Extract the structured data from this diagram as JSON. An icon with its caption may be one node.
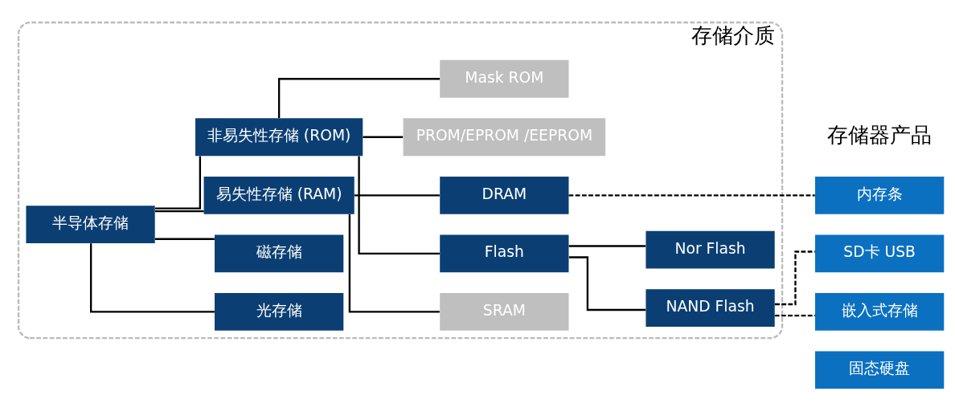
{
  "diagram": {
    "nodes": [
      {
        "text": [
          "存储介质"
        ]
      },
      {
        "text": [
          "光存储"
        ],
        "in": 0
      },
      {
        "text": [
          "半导体存储"
        ],
        "in": 0
      },
      {
        "text": [
          "磁存储"
        ],
        "in": 0
      },
      {
        "text": [
          "易失性存储 (RAM)"
        ],
        "in": 0
      },
      {
        "text": [
          "非易失性存储 (ROM)"
        ],
        "in": 0
      },
      {
        "text": [
          "SRAM"
        ],
        "in": 0
      },
      {
        "text": [
          "DRAM"
        ],
        "in": 0
      },
      {
        "text": [
          "Flash"
        ],
        "in": 0
      },
      {
        "text": [
          "Mask ROM"
        ],
        "in": 0
      },
      {
        "text": [
          "PROM/EPROM /EEPROM"
        ],
        "in": 0
      },
      {
        "text": [
          "NAND Flash"
        ],
        "in": 0
      },
      {
        "text": [
          "Nor Flash"
        ],
        "in": 0
      },
      {
        "text": [
          "内存条"
        ]
      },
      {
        "text": [
          "SD卡 USB"
        ]
      },
      {
        "text": [
          "嵌入式存储"
        ]
      },
      {
        "text": [
          "固态硬盘"
        ]
      }
    ],
    "edges": [
      {
        "from": 2,
        "to": 1,
        "arrow": "none"
      },
      {
        "from": 2,
        "to": 3,
        "arrow": "none"
      },
      {
        "from": 2,
        "to": 4,
        "arrow": "none"
      },
      {
        "from": 2,
        "to": 5,
        "arrow": "none"
      },
      {
        "from": 4,
        "to": 6,
        "arrow": "none"
      },
      {
        "from": 4,
        "to": 7,
        "arrow": "none"
      },
      {
        "from": 5,
        "to": 8,
        "arrow": "none"
      },
      {
        "from": 5,
        "to": 9,
        "arrow": "none"
      },
      {
        "from": 5,
        "to": 10,
        "arrow": "none"
      },
      {
        "from": 8,
        "to": 11,
        "arrow": "none"
      },
      {
        "from": 8,
        "to": 12,
        "arrow": "none"
      },
      {
        "from": 7,
        "to": 13,
        "arrow": "none",
        "style": "dashed"
      },
      {
        "from": 11,
        "to": 14,
        "arrow": "none",
        "style": "dashed"
      },
      {
        "from": 11,
        "to": 15,
        "arrow": "none",
        "style": "dashed"
      }
    ],
    "labels": [
      "存储器产品"
    ]
  }
}
